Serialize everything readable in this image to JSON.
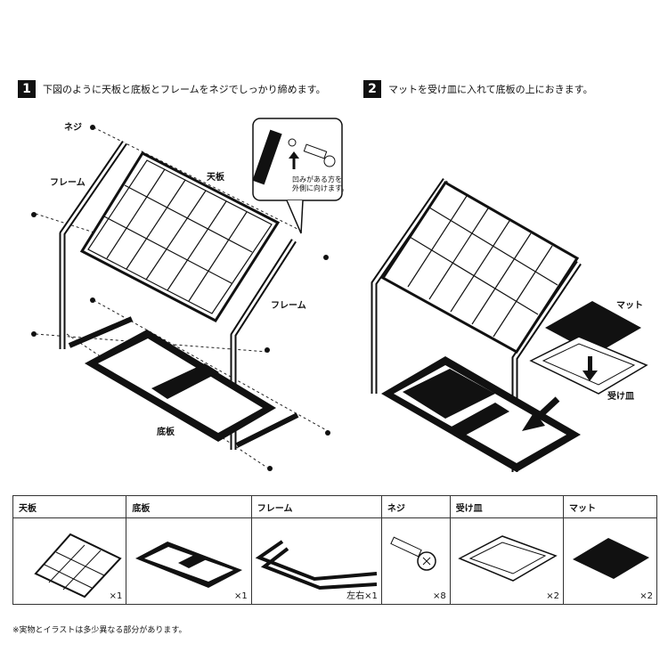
{
  "steps": [
    {
      "number": "1",
      "text": "下図のように天板と底板とフレームをネジでしっかり締めます。"
    },
    {
      "number": "2",
      "text": "マットを受け皿に入れて底板の上におきます。"
    }
  ],
  "diagram1_labels": {
    "screw": "ネジ",
    "frame_left": "フレーム",
    "top_board": "天板",
    "frame_right": "フレーム",
    "bottom_board": "底板",
    "callout_text_line1": "凹みがある方を",
    "callout_text_line2": "外側に向けます。"
  },
  "diagram2_labels": {
    "mat": "マット",
    "tray": "受け皿"
  },
  "parts": [
    {
      "name": "天板",
      "qty": "×1"
    },
    {
      "name": "底板",
      "qty": "×1"
    },
    {
      "name": "フレーム",
      "qty": "左右×1"
    },
    {
      "name": "ネジ",
      "qty": "×8"
    },
    {
      "name": "受け皿",
      "qty": "×2"
    },
    {
      "name": "マット",
      "qty": "×2"
    }
  ],
  "note": "※実物とイラストは多少異なる部分があります。"
}
